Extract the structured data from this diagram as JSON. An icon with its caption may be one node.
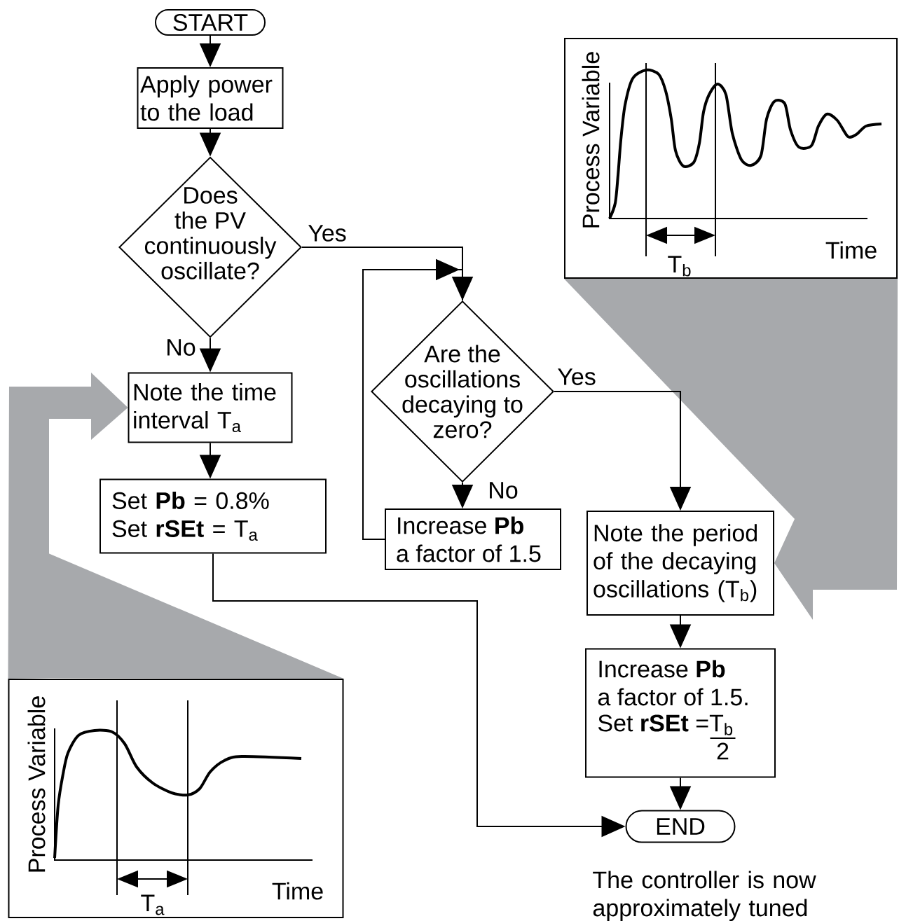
{
  "diagram": {
    "nodes": [
      {
        "text": [
          "START"
        ]
      },
      {
        "text": [
          "Apply power to the load"
        ]
      },
      {
        "text": [
          "Does the PV continuously oscillate?"
        ]
      },
      {
        "text": [
          "Note the time interval T$_{a}$"
        ]
      },
      {
        "text": [
          "Set **Pb** = 0.8%",
          "Set **rSEt** = T$_{a}$"
        ]
      },
      {
        "text": [
          "Are the oscillations decaying to zero?"
        ]
      },
      {
        "text": [
          "Increase **Pb** a factor of 1.5"
        ]
      },
      {
        "text": [
          "Note the period of the decaying oscillations (T$_{b}$)"
        ]
      },
      {
        "text": [
          "Increase **Pb** a factor of 1.5.",
          "Set **rSEt** =T$_{b}$",
          "2"
        ]
      },
      {
        "text": [
          "END"
        ]
      },
      {
        "text": [
          "Process Variable",
          "Time",
          "T$_{b}$"
        ]
      },
      {
        "text": [
          "Process Variable",
          "Time",
          "T$_{a}$"
        ]
      }
    ],
    "edges": [
      {
        "from": 0,
        "to": 1,
        "arrow": "to"
      },
      {
        "from": 1,
        "to": 2,
        "arrow": "to"
      },
      {
        "from": 2,
        "to": 5,
        "arrow": "to",
        "label": "Yes"
      },
      {
        "from": 2,
        "to": 3,
        "arrow": "to",
        "label": "No"
      },
      {
        "from": 3,
        "to": 4,
        "arrow": "to"
      },
      {
        "from": 4,
        "to": 9,
        "arrow": "to"
      },
      {
        "from": 5,
        "to": 6,
        "arrow": "to",
        "label": "No"
      },
      {
        "from": 6,
        "to": 5,
        "arrow": "to"
      },
      {
        "from": 5,
        "to": 7,
        "arrow": "to",
        "label": "Yes"
      },
      {
        "from": 7,
        "to": 8,
        "arrow": "to"
      },
      {
        "from": 8,
        "to": 9,
        "arrow": "to"
      },
      {
        "from": 10,
        "to": 7,
        "arrow": "to",
        "style": "thick",
        "color": "#a7a9ac"
      },
      {
        "from": 11,
        "to": 3,
        "arrow": "to",
        "style": "thick",
        "color": "#a7a9ac"
      }
    ],
    "labels": [
      "The controller is now approximately tuned"
    ]
  }
}
